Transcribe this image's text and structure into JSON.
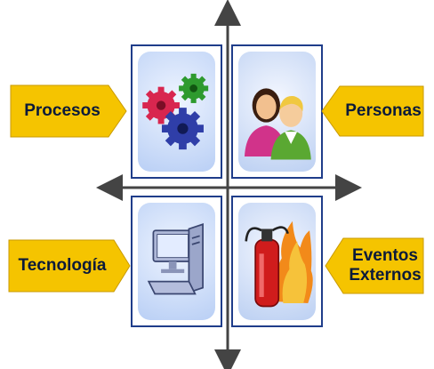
{
  "labels": {
    "top_left": "Procesos",
    "top_right": "Personas",
    "bottom_left": "Tecnología",
    "bottom_right_line1": "Eventos",
    "bottom_right_line2": "Externos"
  },
  "colors": {
    "arrow_tag": "#f5c400",
    "arrow_tag_shadow": "#c99a00",
    "tile_border": "#1f3d8a",
    "tile_background": "#d6e4fb",
    "axis": "#444444"
  },
  "icons": {
    "top_left": "gears-icon",
    "top_right": "people-icon",
    "bottom_left": "computer-icon",
    "bottom_right": "fire-extinguisher-icon"
  }
}
